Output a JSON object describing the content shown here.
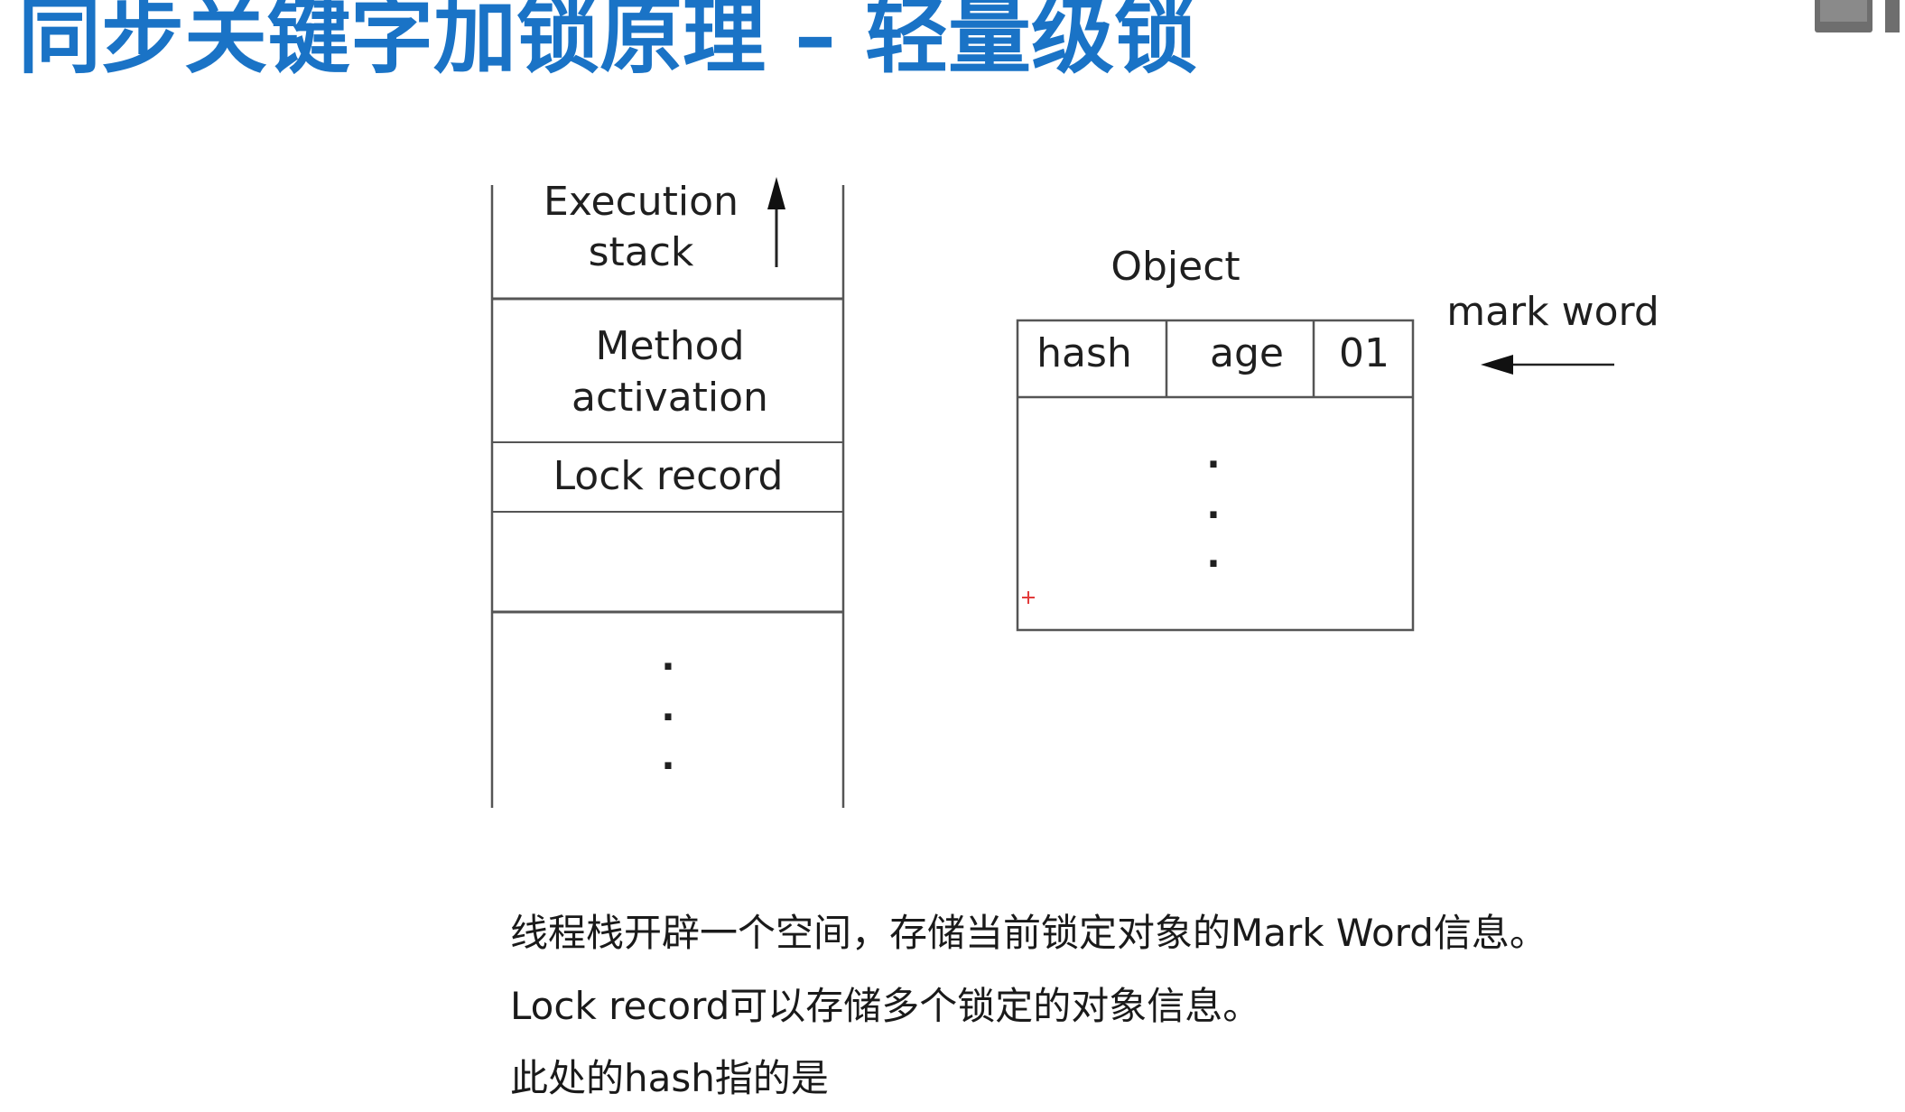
{
  "slide": {
    "title": "同步关键字加锁原理 – 轻量级锁"
  },
  "diagram": {
    "stack": {
      "execution_line1": "Execution",
      "execution_line2": "stack",
      "method_line1": "Method",
      "method_line2": "activation",
      "lock_record": "Lock record",
      "ellipsis": "·"
    },
    "object": {
      "title": "Object",
      "hash": "hash",
      "age": "age",
      "flag": "01",
      "ellipsis": "·",
      "mark_word": "mark word"
    }
  },
  "notes": [
    "线程栈开辟一个空间，存储当前锁定对象的Mark Word信息。",
    "Lock record可以存储多个锁定的对象信息。",
    "此处的hash指的是"
  ],
  "colors": {
    "title": "#1a73c6",
    "lines": "#555555",
    "cursor": "#e23b3b"
  },
  "icons": {
    "corner": "slide-panel-icon"
  }
}
